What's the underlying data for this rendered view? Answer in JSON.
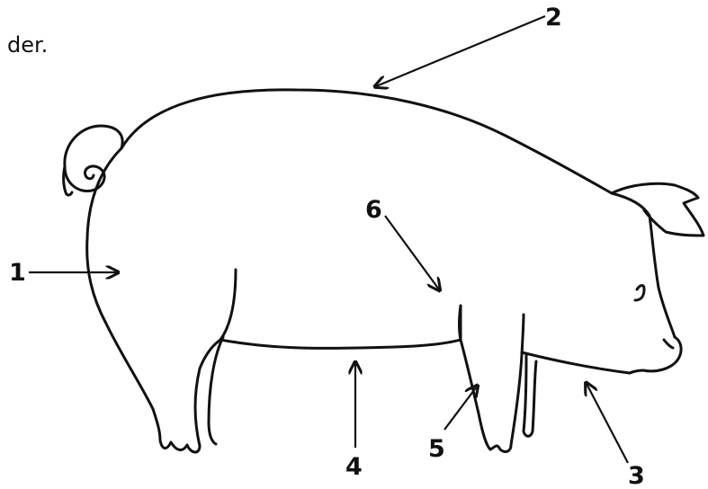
{
  "caption_fragment": "der.",
  "callouts": [
    {
      "label": "1"
    },
    {
      "label": "2"
    },
    {
      "label": "3"
    },
    {
      "label": "4"
    },
    {
      "label": "5"
    },
    {
      "label": "6"
    }
  ],
  "colors": {
    "ink": "#111111",
    "background": "#ffffff"
  }
}
